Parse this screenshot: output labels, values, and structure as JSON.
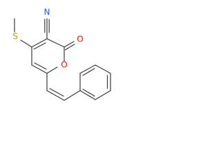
{
  "molecule": {
    "atoms": {
      "N": {
        "symbol": "N",
        "color": "#3050f8"
      },
      "S": {
        "symbol": "S",
        "color": "#b8a200"
      },
      "O_carbonyl": {
        "symbol": "O",
        "color": "#ff0d0d"
      },
      "O_ring": {
        "symbol": "O",
        "color": "#ff0d0d"
      }
    }
  }
}
